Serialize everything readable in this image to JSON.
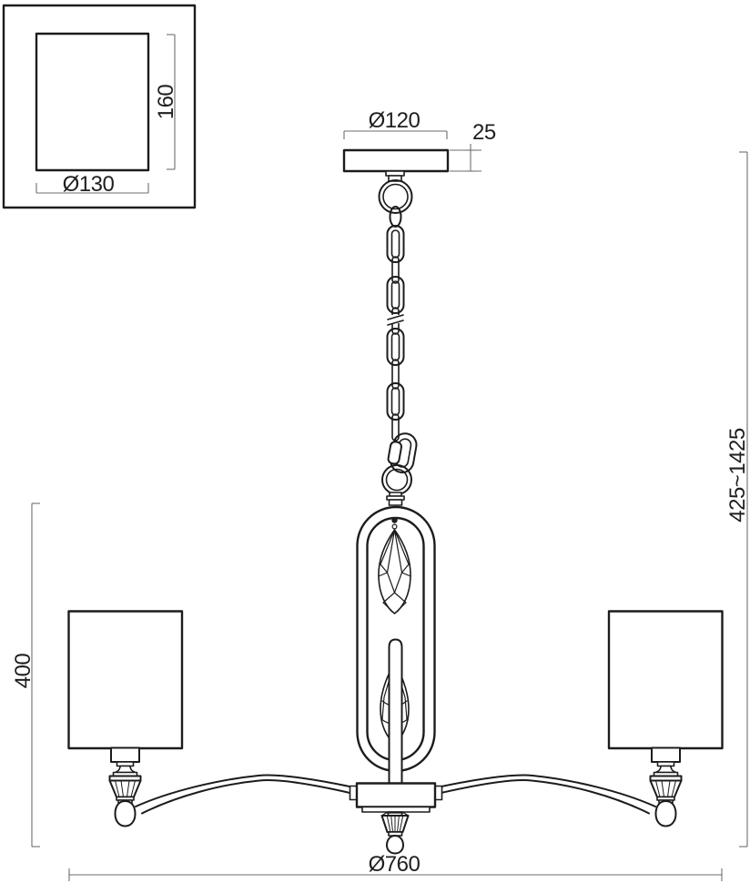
{
  "drawing": {
    "type": "chandelier-technical-dimension-drawing",
    "colors": {
      "background": "#ffffff",
      "outline": "#1c1c1c",
      "dimension_line": "#6e6e6e",
      "label_text": "#1f1f1f"
    },
    "detail_view": {
      "shade_width_label": "Ø130",
      "shade_height_label": "160"
    },
    "main_view": {
      "canopy_diameter_label": "Ø120",
      "canopy_height_label": "25",
      "hanging_height_label": "425~1425",
      "body_height_label": "400",
      "overall_diameter_label": "Ø760"
    }
  }
}
